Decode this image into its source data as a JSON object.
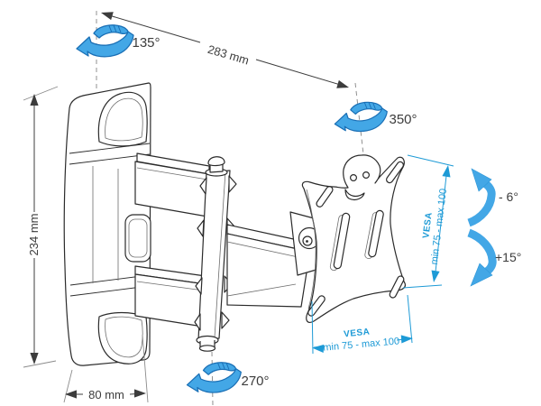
{
  "diagram": {
    "colors": {
      "background": "#ffffff",
      "line_art": "#2b2b2b",
      "dimension_text": "#3c3c3c",
      "annotation_cyan": "#1d9ad6",
      "rotation_arrow_fill": "#43a7e6",
      "rotation_arrow_outline": "#1a6fb5"
    },
    "dimensions": {
      "span": "283 mm",
      "height": "234 mm",
      "depth": "80 mm"
    },
    "vesa_side": {
      "name": "VESA",
      "range": "min 75 - max 100"
    },
    "vesa_bottom": {
      "name": "VESA",
      "range": "min 75 - max 100"
    },
    "angles": {
      "top_swivel": "135°",
      "plate_swivel": "350°",
      "base_swivel": "270°",
      "tilt_up": "- 6°",
      "tilt_down": "+15°"
    }
  }
}
